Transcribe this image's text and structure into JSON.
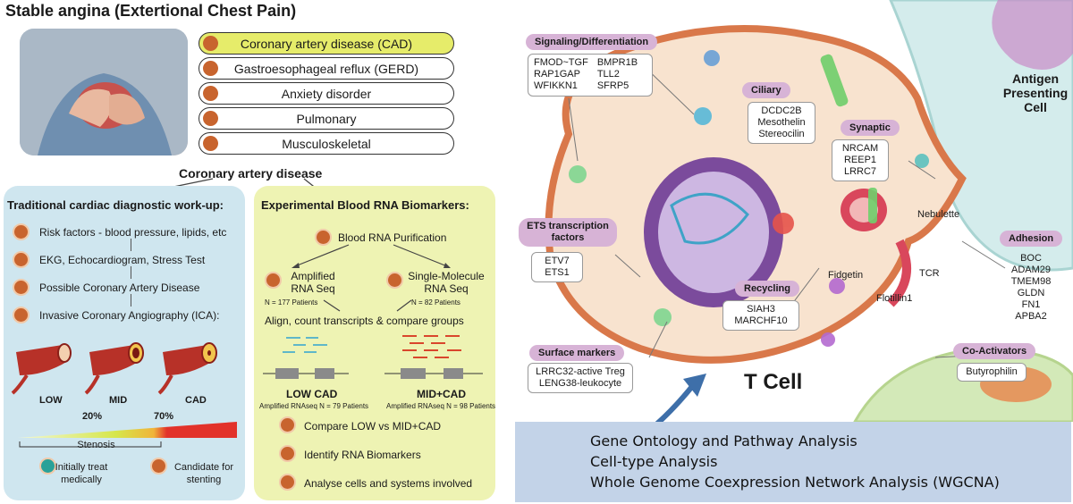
{
  "title": "Stable angina (Extertional Chest Pain)",
  "conditions": [
    "Coronary artery disease (CAD)",
    "Gastroesophageal reflux (GERD)",
    "Anxiety disorder",
    "Pulmonary",
    "Musculoskeletal"
  ],
  "cad_label": "Coronary artery disease",
  "traditional": {
    "title": "Traditional cardiac diagnostic work-up:",
    "steps": [
      "Risk factors - blood pressure, lipids, etc",
      "EKG, Echocardiogram, Stress Test",
      "Possible Coronary Artery Disease",
      "Invasive Coronary Angiography (ICA):"
    ],
    "artery_labels": [
      "LOW",
      "MID",
      "CAD"
    ],
    "stenosis_ticks": [
      "20%",
      "70%"
    ],
    "stenosis_label": "Stenosis",
    "outcomes": [
      "Initially treat medically",
      "Candidate for stenting"
    ]
  },
  "experimental": {
    "title": "Experimental Blood RNA Biomarkers:",
    "purification": "Blood RNA Purification",
    "amplified": "Amplified RNA Seq",
    "amplified_n": "N = 177 Patients",
    "single": "Single-Molecule RNA Seq",
    "single_n": "N = 82 Patients",
    "align": "Align, count transcripts & compare groups",
    "low_cad": "LOW CAD",
    "low_cad_n": "Amplified RNAseq N = 79 Patients",
    "mid_cad": "MID+CAD",
    "mid_cad_n": "Amplified RNAseq N = 98 Patients",
    "actions": [
      "Compare LOW vs MID+CAD",
      "Identify RNA Biomarkers",
      "Analyse cells and systems involved"
    ]
  },
  "cell": {
    "signaling_tag": "Signaling/Differentiation",
    "signaling_col1": [
      "FMOD~TGF",
      "RAP1GAP",
      "WFIKKN1"
    ],
    "signaling_col2": [
      "BMPR1B",
      "TLL2",
      "SFRP5"
    ],
    "ciliary_tag": "Ciliary",
    "ciliary": [
      "DCDC2B",
      "Mesothelin",
      "Stereocilin"
    ],
    "synaptic_tag": "Synaptic",
    "synaptic": [
      "NRCAM",
      "REEP1",
      "LRRC7"
    ],
    "apc_label": "Antigen Presenting Cell",
    "ets_tag": "ETS transcription factors",
    "ets": [
      "ETV7",
      "ETS1"
    ],
    "nebulette": "Nebulette",
    "fidgetin": "Fidgetin",
    "tcr": "TCR",
    "flotillin": "Flotillin1",
    "adhesion_tag": "Adhesion",
    "adhesion": [
      "BOC",
      "ADAM29",
      "TMEM98",
      "GLDN",
      "FN1",
      "APBA2"
    ],
    "recycling_tag": "Recycling",
    "recycling": [
      "SIAH3",
      "MARCHF10"
    ],
    "surface_tag": "Surface markers",
    "surface": [
      "LRRC32-active Treg",
      "LENG38-leukocyte"
    ],
    "coactivators_tag": "Co-Activators",
    "coactivators": [
      "Butyrophilin"
    ],
    "tcell_label": "T Cell"
  },
  "analysis": [
    "Gene Ontology and Pathway Analysis",
    "Cell-type Analysis",
    "Whole Genome Coexpression Network Analysis (WGCNA)"
  ],
  "colors": {
    "highlight": "#e6ec6a",
    "blue_panel": "#cfe6ef",
    "yellow_panel": "#eef3b3",
    "tag_purple": "#d7b3d6",
    "cell_membrane": "#d9784a",
    "cell_interior": "#f8e3cf",
    "nucleus": "#7b4b9c",
    "band_blue": "#c3d3e8"
  }
}
